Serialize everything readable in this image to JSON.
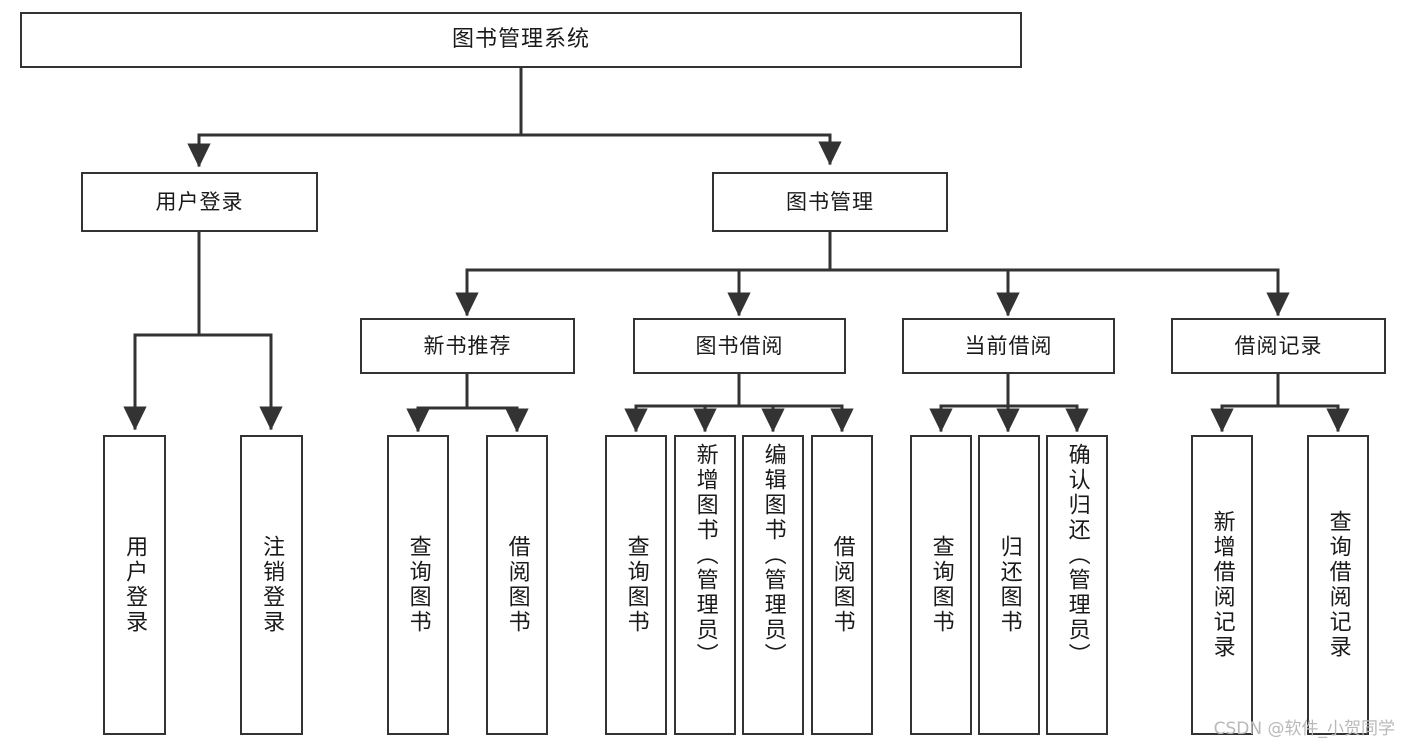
{
  "diagram": {
    "title": "图书管理系统",
    "type": "tree-hierarchy",
    "colors": {
      "line": "#333333",
      "box_border": "#333333",
      "box_fill": "#ffffff",
      "text": "#1a1a1a",
      "watermark": "#b9b9b9",
      "background": "#ffffff"
    },
    "root": {
      "label": "图书管理系统",
      "orientation": "horizontal"
    },
    "level2": [
      {
        "label": "用户登录",
        "orientation": "horizontal"
      },
      {
        "label": "图书管理",
        "orientation": "horizontal"
      }
    ],
    "level3": [
      {
        "label": "新书推荐",
        "orientation": "horizontal"
      },
      {
        "label": "图书借阅",
        "orientation": "horizontal"
      },
      {
        "label": "当前借阅",
        "orientation": "horizontal"
      },
      {
        "label": "借阅记录",
        "orientation": "horizontal"
      }
    ],
    "leaves": {
      "user_login": [
        {
          "label": "用户登录",
          "orientation": "vertical"
        },
        {
          "label": "注销登录",
          "orientation": "vertical"
        }
      ],
      "new_book_recommend": [
        {
          "label": "查询图书",
          "orientation": "vertical"
        },
        {
          "label": "借阅图书",
          "orientation": "vertical"
        }
      ],
      "book_borrow": [
        {
          "label": "查询图书",
          "orientation": "vertical"
        },
        {
          "label": "新增图书（管理员）",
          "orientation": "vertical"
        },
        {
          "label": "编辑图书（管理员）",
          "orientation": "vertical"
        },
        {
          "label": "借阅图书",
          "orientation": "vertical"
        }
      ],
      "current_borrow": [
        {
          "label": "查询图书",
          "orientation": "vertical"
        },
        {
          "label": "归还图书",
          "orientation": "vertical"
        },
        {
          "label": "确认归还（管理员）",
          "orientation": "vertical"
        }
      ],
      "borrow_record": [
        {
          "label": "新增借阅记录",
          "orientation": "vertical"
        },
        {
          "label": "查询借阅记录",
          "orientation": "vertical"
        }
      ]
    }
  },
  "watermark": {
    "text": "CSDN @软件_小贺同学"
  }
}
